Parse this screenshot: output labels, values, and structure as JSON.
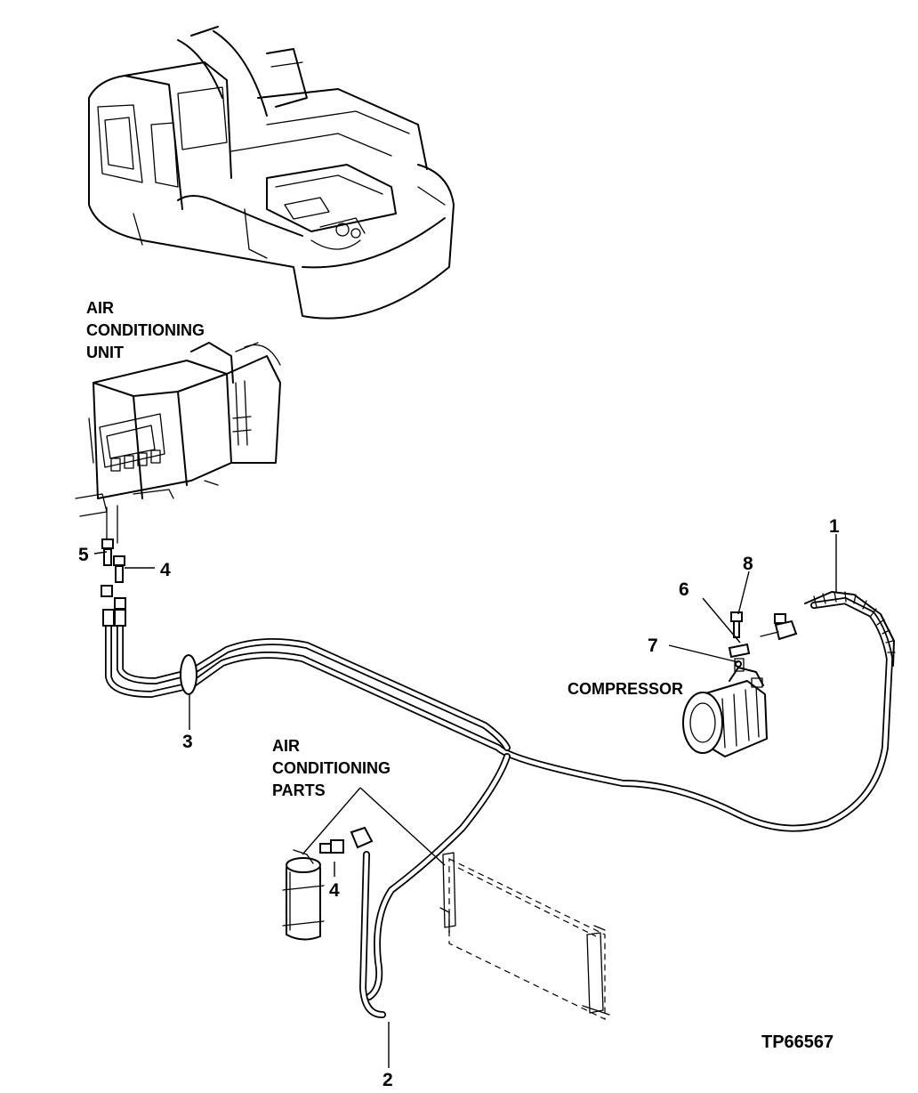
{
  "labels": {
    "ac_unit": [
      "AIR",
      "CONDITIONING",
      "UNIT"
    ],
    "ac_parts": [
      "AIR",
      "CONDITIONING",
      "PARTS"
    ],
    "compressor": "COMPRESSOR",
    "figure_id": "TP66567"
  },
  "callouts": {
    "c1": "1",
    "c2": "2",
    "c3": "3",
    "c4a": "4",
    "c4b": "4",
    "c5": "5",
    "c6": "6",
    "c7": "7",
    "c8": "8"
  }
}
